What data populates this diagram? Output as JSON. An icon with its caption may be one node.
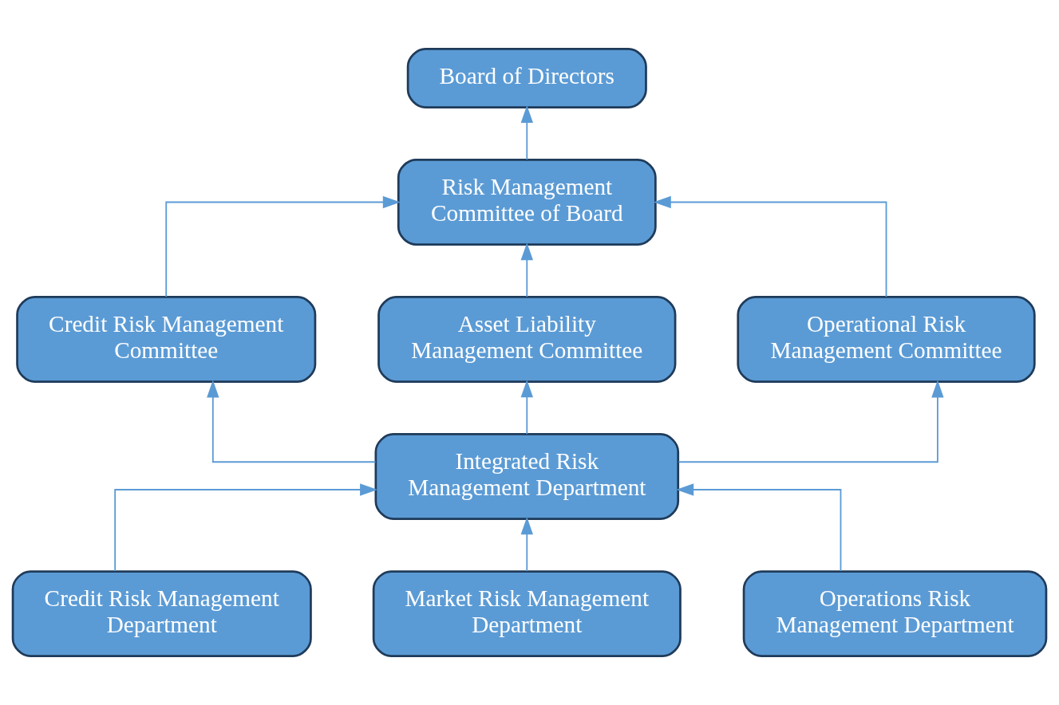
{
  "diagram": {
    "nodes": [
      {
        "text": [
          "Board of Directors"
        ]
      },
      {
        "text": [
          "Risk Management Committee of Board"
        ]
      },
      {
        "text": [
          "Credit Risk Management Committee"
        ]
      },
      {
        "text": [
          "Asset Liability Management Committee"
        ]
      },
      {
        "text": [
          "Operational Risk Management Committee"
        ]
      },
      {
        "text": [
          "Integrated Risk Management Department"
        ]
      },
      {
        "text": [
          "Credit Risk Management Department"
        ]
      },
      {
        "text": [
          "Market Risk Management Department"
        ]
      },
      {
        "text": [
          "Operations Risk Management Department"
        ]
      }
    ],
    "edges": [
      {
        "from": 1,
        "to": 0,
        "arrow": "to"
      },
      {
        "from": 2,
        "to": 1,
        "arrow": "to"
      },
      {
        "from": 3,
        "to": 1,
        "arrow": "to"
      },
      {
        "from": 4,
        "to": 1,
        "arrow": "to"
      },
      {
        "from": 5,
        "to": 2,
        "arrow": "to"
      },
      {
        "from": 5,
        "to": 3,
        "arrow": "to"
      },
      {
        "from": 5,
        "to": 4,
        "arrow": "to"
      },
      {
        "from": 6,
        "to": 5,
        "arrow": "to"
      },
      {
        "from": 7,
        "to": 5,
        "arrow": "to"
      },
      {
        "from": 8,
        "to": 5,
        "arrow": "to"
      }
    ]
  }
}
